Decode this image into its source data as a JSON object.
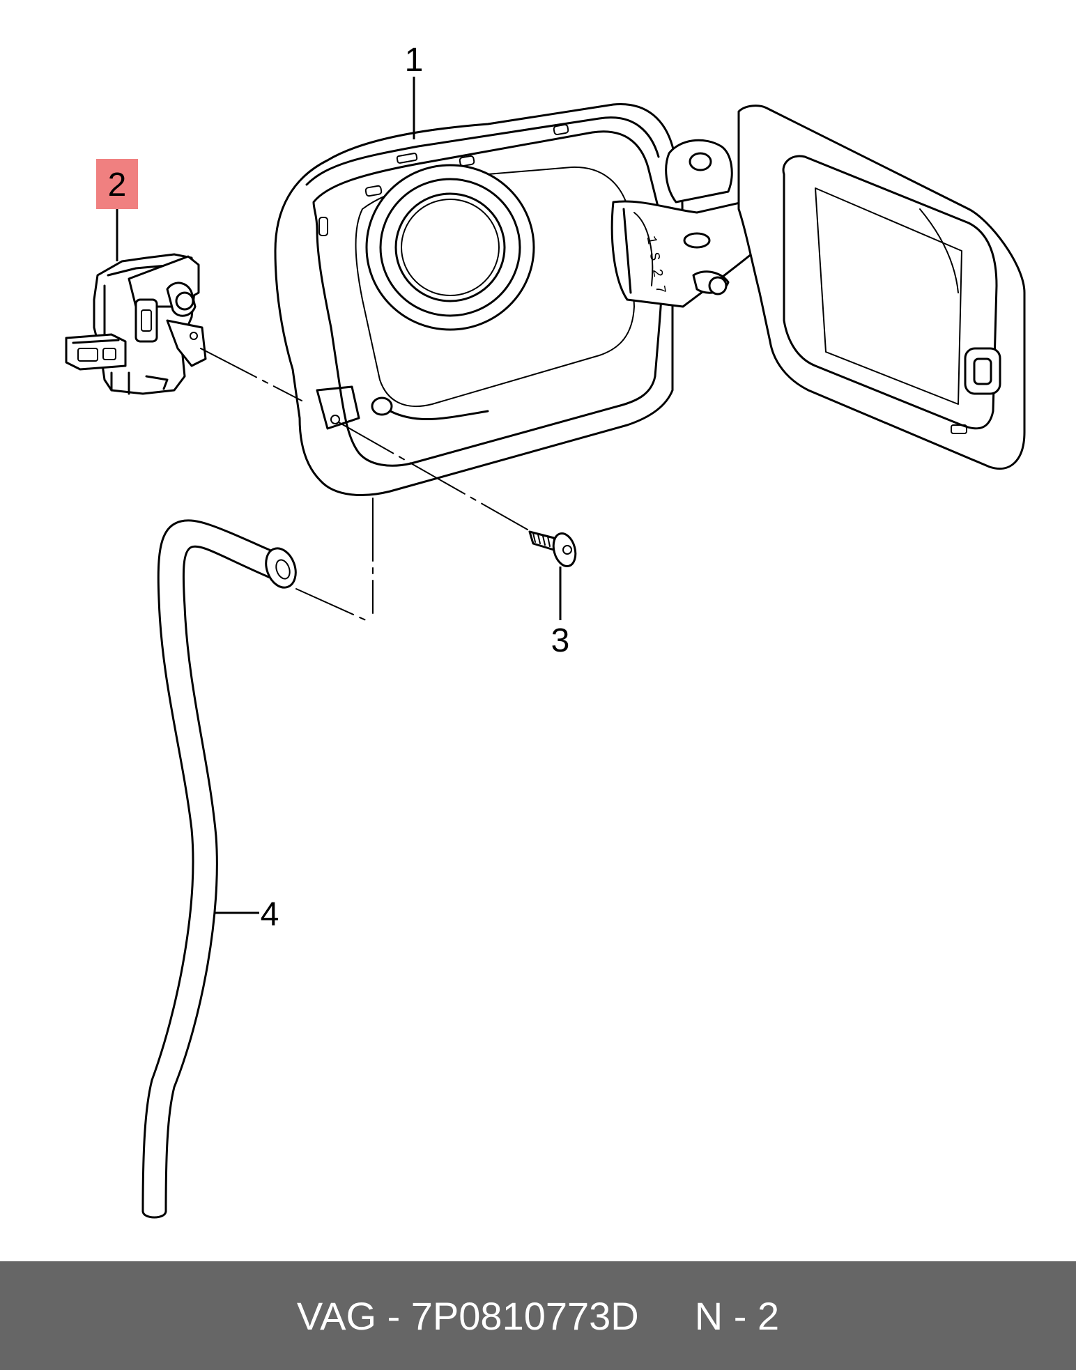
{
  "callouts": {
    "c1": "1",
    "c2": "2",
    "c3": "3",
    "c4": "4"
  },
  "highlight_color": "#f08080",
  "footer": {
    "part_label": "VAG - 7P0810773D",
    "position_label": "N - 2",
    "background_color": "#666666"
  }
}
